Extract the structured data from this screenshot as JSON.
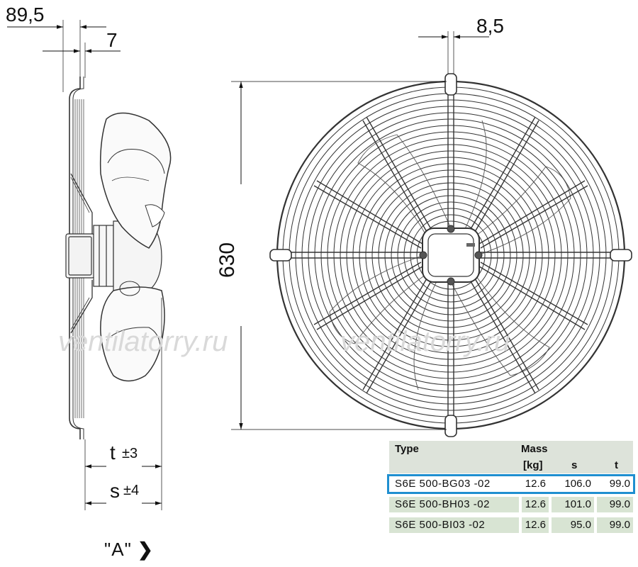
{
  "dimensions": {
    "d_895": "89,5",
    "d_7": "7",
    "d_85": "8,5",
    "d_630": "630",
    "t_label": "t",
    "t_tol": "±3",
    "s_label": "s",
    "s_tol": "±4"
  },
  "watermark": "ventilatorry.ru",
  "view_label": "\"A\"",
  "view_arrow": "❯",
  "table": {
    "headers": {
      "type": "Type",
      "mass": "Mass",
      "mass_unit": "[kg]",
      "s": "s",
      "t": "t"
    },
    "rows": [
      {
        "type": "S6E  500-BG03  -02",
        "mass": "12.6",
        "s": "106.0",
        "t": "99.0",
        "selected": true
      },
      {
        "type": "S6E  500-BH03  -02",
        "mass": "12.6",
        "s": "101.0",
        "t": "99.0",
        "selected": false
      },
      {
        "type": "S6E  500-BI03  -02",
        "mass": "12.6",
        "s": "95.0",
        "t": "99.0",
        "selected": false
      }
    ]
  },
  "colors": {
    "highlight": "#1f8fd0",
    "row_bg": "#d8e4d3",
    "header_bg": "#dde3da"
  }
}
